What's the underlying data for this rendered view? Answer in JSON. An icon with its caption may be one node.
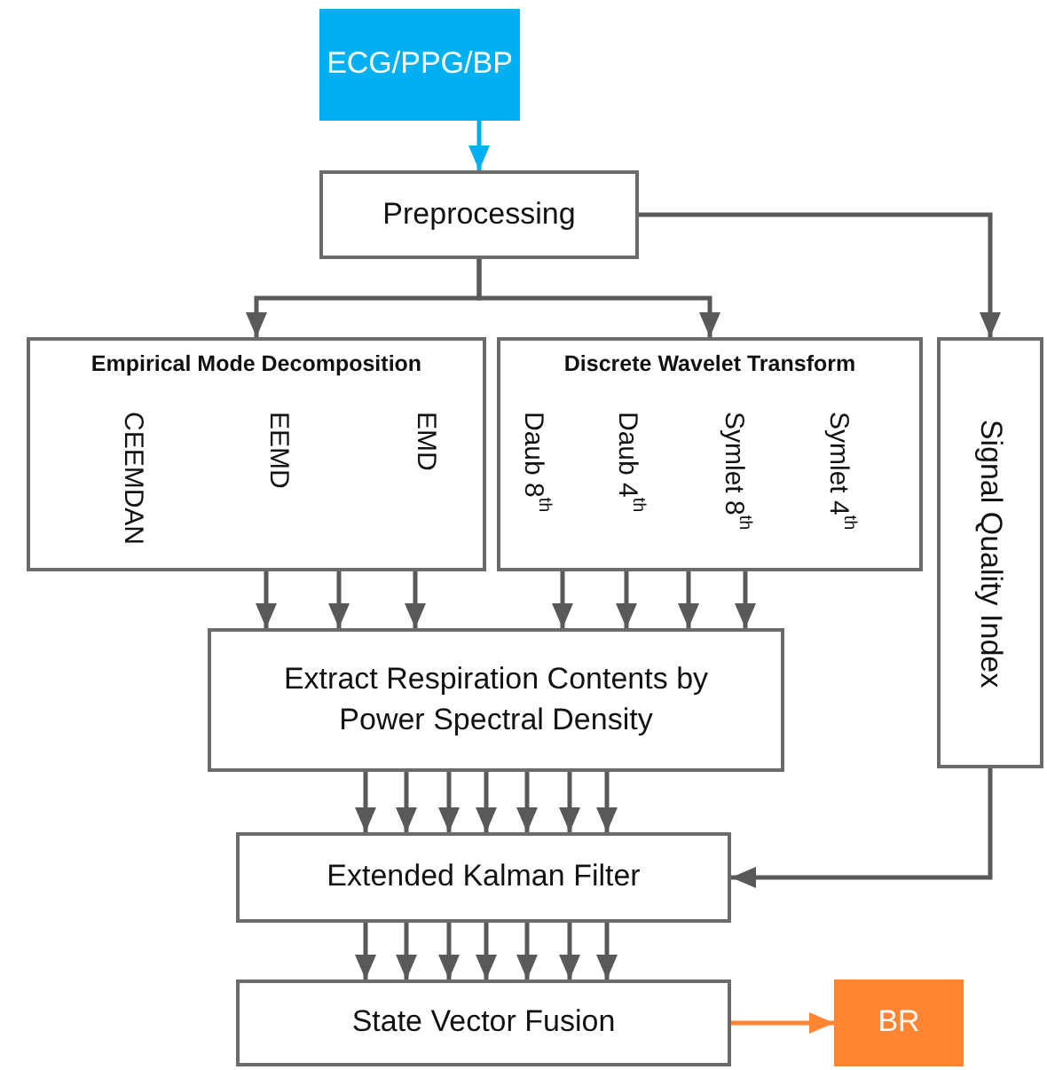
{
  "diagram": {
    "nodes": [
      {
        "text": [
          "ECG/PPG/BP"
        ]
      },
      {
        "text": [
          "Preprocessing"
        ]
      },
      {
        "text": [
          "Empirical Mode Decomposition",
          "CEEMDAN",
          "EEMD",
          "EMD"
        ]
      },
      {
        "text": [
          "Discrete Wavelet Transform",
          "Daub 8$^{th}$",
          "Daub 4$^{th}$",
          "Symlet 8$^{th}$",
          "Symlet 4$^{th}$"
        ]
      },
      {
        "text": [
          "Signal Quality Index"
        ]
      },
      {
        "text": [
          "Extract Respiration Contents by Power Spectral Density"
        ]
      },
      {
        "text": [
          "Extended Kalman Filter"
        ]
      },
      {
        "text": [
          "State Vector Fusion"
        ]
      },
      {
        "text": [
          "BR"
        ]
      }
    ],
    "edges": [
      {
        "from": 0,
        "to": 1,
        "arrow": "to",
        "color": "#00b0f0"
      },
      {
        "from": 1,
        "to": 2,
        "arrow": "to"
      },
      {
        "from": 1,
        "to": 3,
        "arrow": "to"
      },
      {
        "from": 1,
        "to": 4,
        "arrow": "to"
      },
      {
        "from": 2,
        "to": 5,
        "arrow": "to"
      },
      {
        "from": 2,
        "to": 5,
        "arrow": "to"
      },
      {
        "from": 2,
        "to": 5,
        "arrow": "to"
      },
      {
        "from": 3,
        "to": 5,
        "arrow": "to"
      },
      {
        "from": 3,
        "to": 5,
        "arrow": "to"
      },
      {
        "from": 3,
        "to": 5,
        "arrow": "to"
      },
      {
        "from": 3,
        "to": 5,
        "arrow": "to"
      },
      {
        "from": 5,
        "to": 6,
        "arrow": "to"
      },
      {
        "from": 5,
        "to": 6,
        "arrow": "to"
      },
      {
        "from": 5,
        "to": 6,
        "arrow": "to"
      },
      {
        "from": 5,
        "to": 6,
        "arrow": "to"
      },
      {
        "from": 5,
        "to": 6,
        "arrow": "to"
      },
      {
        "from": 5,
        "to": 6,
        "arrow": "to"
      },
      {
        "from": 5,
        "to": 6,
        "arrow": "to"
      },
      {
        "from": 4,
        "to": 6,
        "arrow": "to"
      },
      {
        "from": 6,
        "to": 7,
        "arrow": "to"
      },
      {
        "from": 6,
        "to": 7,
        "arrow": "to"
      },
      {
        "from": 6,
        "to": 7,
        "arrow": "to"
      },
      {
        "from": 6,
        "to": 7,
        "arrow": "to"
      },
      {
        "from": 6,
        "to": 7,
        "arrow": "to"
      },
      {
        "from": 6,
        "to": 7,
        "arrow": "to"
      },
      {
        "from": 6,
        "to": 7,
        "arrow": "to"
      },
      {
        "from": 7,
        "to": 8,
        "arrow": "to",
        "color": "#ff8533"
      }
    ]
  }
}
